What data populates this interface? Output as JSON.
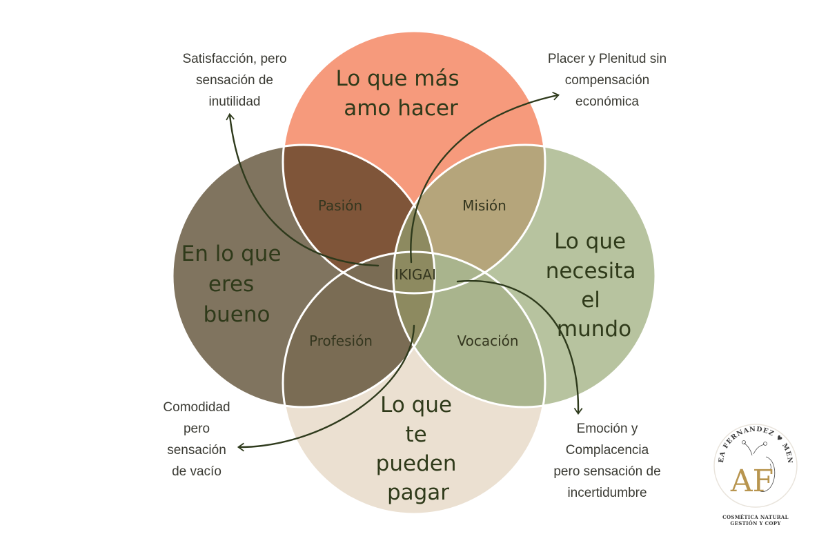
{
  "circles": {
    "top": {
      "lines": [
        "Lo que más",
        "amo hacer"
      ],
      "color": "#f69a7c"
    },
    "left": {
      "lines": [
        "En lo que",
        "eres",
        "bueno"
      ],
      "color": "#80745f"
    },
    "right": {
      "lines": [
        "Lo que",
        "necesita",
        "el",
        "mundo"
      ],
      "color": "#b7c39f"
    },
    "bottom": {
      "lines": [
        "Lo que",
        "te",
        "pueden",
        "pagar"
      ],
      "color": "#ebe0d1"
    }
  },
  "overlaps": {
    "pasion": {
      "label": "Pasión",
      "color": "#7f5539"
    },
    "mision": {
      "label": "Misión",
      "color": "#b5a57b"
    },
    "profesion": {
      "label": "Profesión",
      "color": "#7a6c54"
    },
    "vocacion": {
      "label": "Vocación",
      "color": "#a9b48d"
    },
    "ikigai": {
      "label": "IKIGAI",
      "color": "#8d8a60"
    }
  },
  "notes": {
    "top_left": [
      "Satisfacción, pero",
      "sensación de",
      "inutilidad"
    ],
    "top_right": [
      "Placer y Plenitud  sin",
      "compensación",
      "económica"
    ],
    "bottom_left": [
      "Comodidad",
      "pero",
      "sensación",
      "de vacío"
    ],
    "bottom_right": [
      "Emoción y",
      "Complacencia",
      "pero sensación de",
      "incertidumbre"
    ]
  },
  "logo": {
    "ring_text": "ANDREA FERNANDEZ ♥ MENTORA",
    "monogram": "AF",
    "subtitle_lines": [
      "COSMÉTICA NATURAL",
      "GESTIÓN Y COPY"
    ],
    "gold": "#b8954f"
  },
  "arrow_color": "#2e3a1c"
}
